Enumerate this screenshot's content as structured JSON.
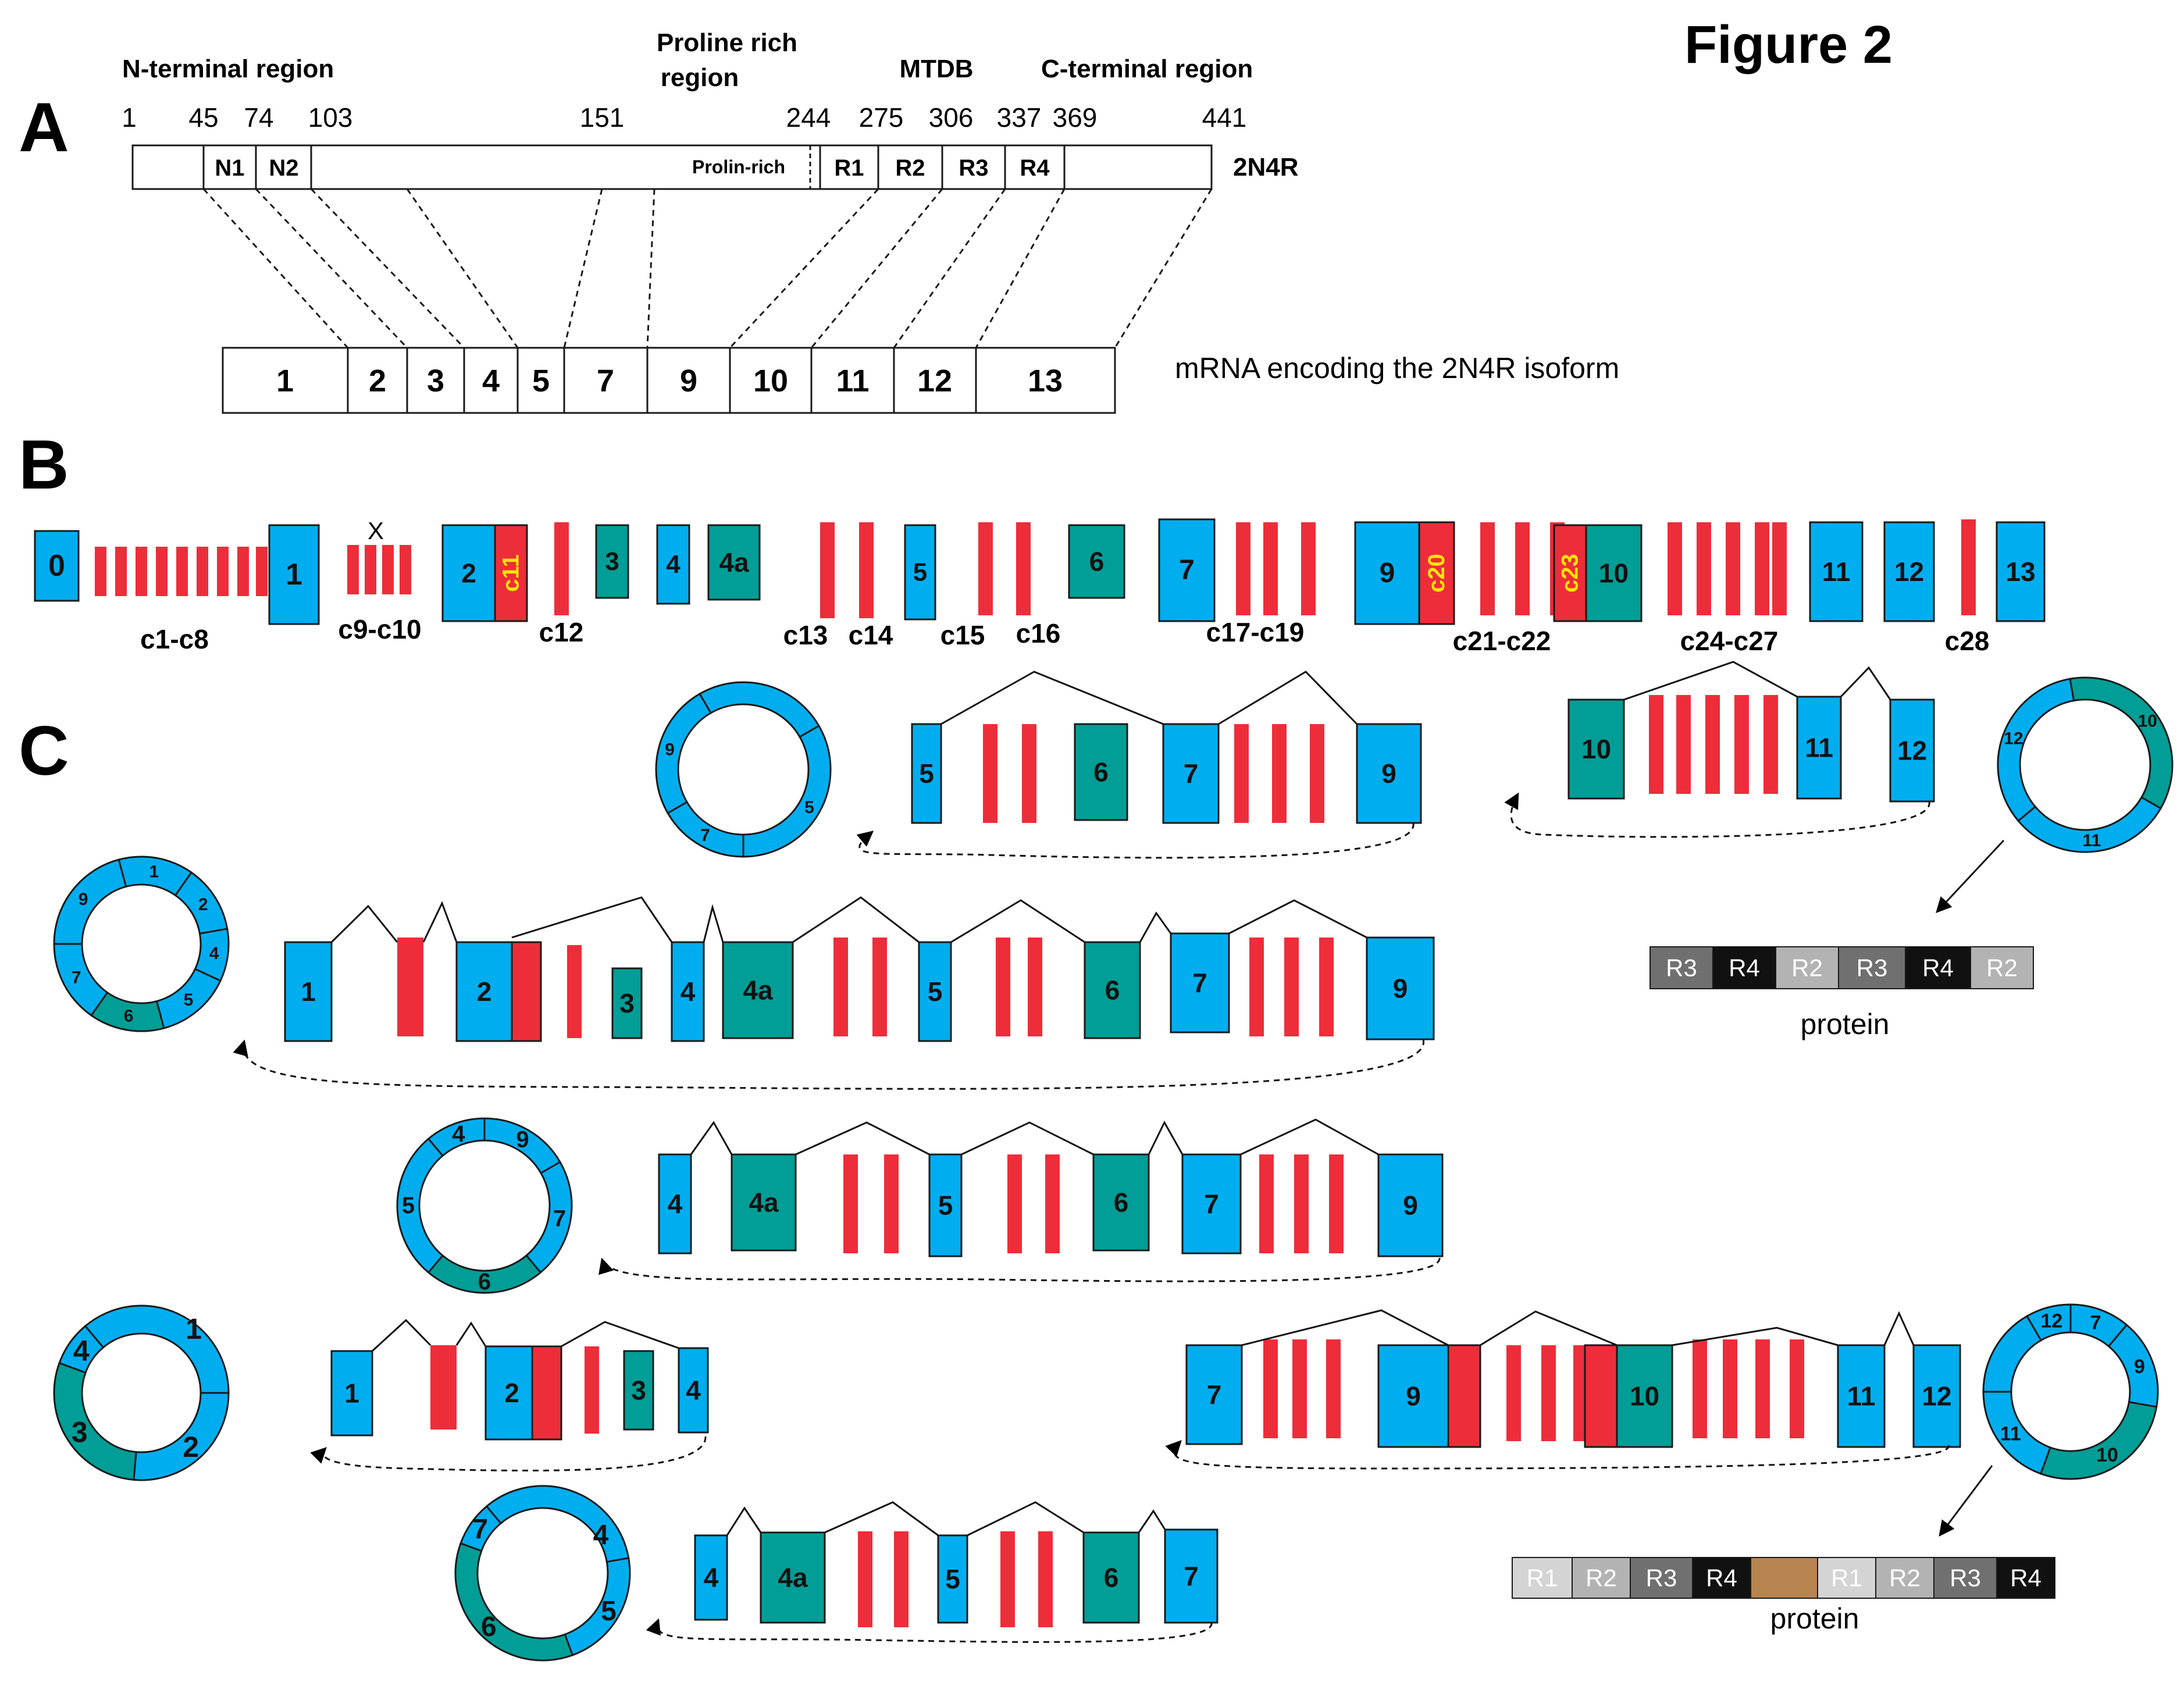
{
  "figure_title": "Figure 2",
  "colors": {
    "constitutive_exon": "#00AEEF",
    "alternative_exon": "#009E96",
    "cryptic_exon": "#EE2D3A",
    "cryptic_label": "#FFE600",
    "outline": "#1a1a1a",
    "r1": "#D4D4D4",
    "r2": "#B3B3B3",
    "r3": "#707070",
    "r4": "#111111",
    "linker": "#B8844F"
  },
  "panelA": {
    "letter": "A",
    "region_labels": {
      "n_terminal": "N-terminal region",
      "proline_rich": [
        "Proline rich",
        "region"
      ],
      "mtdb": "MTDB",
      "c_terminal": "C-terminal region"
    },
    "residue_numbers": [
      "1",
      "45",
      "74",
      "103",
      "151",
      "244",
      "275",
      "306",
      "337",
      "369",
      "441"
    ],
    "protein_domains": [
      "N1",
      "N2",
      "Prolin-rich",
      "R1",
      "R2",
      "R3",
      "R4"
    ],
    "isoform_label": "2N4R",
    "mrna_exons": [
      "1",
      "2",
      "3",
      "4",
      "5",
      "7",
      "9",
      "10",
      "11",
      "12",
      "13"
    ],
    "mrna_caption": "mRNA encoding the 2N4R isoform"
  },
  "panelB": {
    "letter": "B",
    "exons": [
      "0",
      "1",
      "2",
      "3",
      "4",
      "4a",
      "5",
      "6",
      "7",
      "9",
      "10",
      "11",
      "12",
      "13"
    ],
    "cryptic_labels": [
      "c11",
      "c20",
      "c23"
    ],
    "cluster_labels": [
      "c1-c8",
      "c9-c10",
      "c12",
      "c13",
      "c14",
      "c15",
      "c16",
      "c17-c19",
      "c21-c22",
      "c24-c27",
      "c28"
    ],
    "deleted_mark": "X"
  },
  "panelC": {
    "letter": "C",
    "transcripts": [
      {
        "exons": [
          "5",
          "6",
          "7",
          "9"
        ],
        "circle": [
          "9",
          "5",
          "7"
        ]
      },
      {
        "exons": [
          "10",
          "11",
          "12"
        ],
        "circle": [
          "10",
          "12",
          "11"
        ]
      },
      {
        "exons": [
          "1",
          "2",
          "3",
          "4",
          "4a",
          "5",
          "6",
          "7",
          "9"
        ],
        "circle": [
          "9",
          "1",
          "2",
          "7",
          "4",
          "6",
          "5"
        ]
      },
      {
        "exons": [
          "4",
          "4a",
          "5",
          "6",
          "7",
          "9"
        ],
        "circle": [
          "4",
          "9",
          "5",
          "7",
          "6"
        ]
      },
      {
        "exons": [
          "1",
          "2",
          "3",
          "4"
        ],
        "circle": [
          "4",
          "1",
          "3",
          "2"
        ]
      },
      {
        "exons": [
          "7",
          "9",
          "10",
          "11",
          "12"
        ],
        "circle": [
          "12",
          "7",
          "9",
          "11",
          "10"
        ]
      },
      {
        "exons": [
          "4",
          "4a",
          "5",
          "6",
          "7"
        ],
        "circle": [
          "7",
          "4",
          "6",
          "5"
        ]
      }
    ],
    "protein_1": {
      "repeats": [
        "R3",
        "R4",
        "R2",
        "R3",
        "R4",
        "R2"
      ],
      "label": "protein"
    },
    "protein_2": {
      "repeats": [
        "R1",
        "R2",
        "R3",
        "R4",
        "",
        "R1",
        "R2",
        "R3",
        "R4"
      ],
      "label": "protein"
    }
  }
}
